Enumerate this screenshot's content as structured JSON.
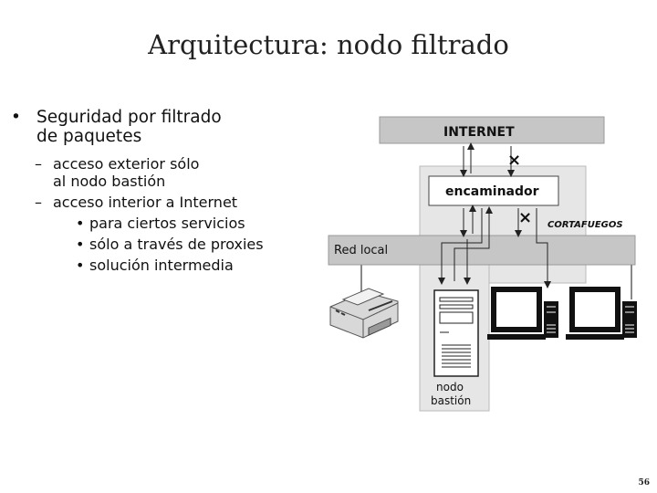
{
  "slide": {
    "title": "Arquitectura: nodo filtrado",
    "page_number": "56"
  },
  "bullets": {
    "main_line1": "Seguridad por filtrado",
    "main_line2": "de paquetes",
    "sub1_line1": "acceso exterior sólo",
    "sub1_line2": "al nodo bastión",
    "sub2": "acceso interior a Internet",
    "sub2_items": [
      "para ciertos servicios",
      "sólo a través de proxies",
      "solución intermedia"
    ]
  },
  "diagram": {
    "internet_label": "INTERNET",
    "router_label": "encaminador",
    "firewall_label": "CORTAFUEGOS",
    "lan_label": "Red local",
    "bastion_label_line1": "nodo",
    "bastion_label_line2": "bastión",
    "blocked_mark": "×",
    "colors": {
      "band": "#c6c6c6",
      "firewall_zone": "#e6e6e6",
      "box_fill": "#ffffff",
      "stroke": "#222222"
    }
  }
}
